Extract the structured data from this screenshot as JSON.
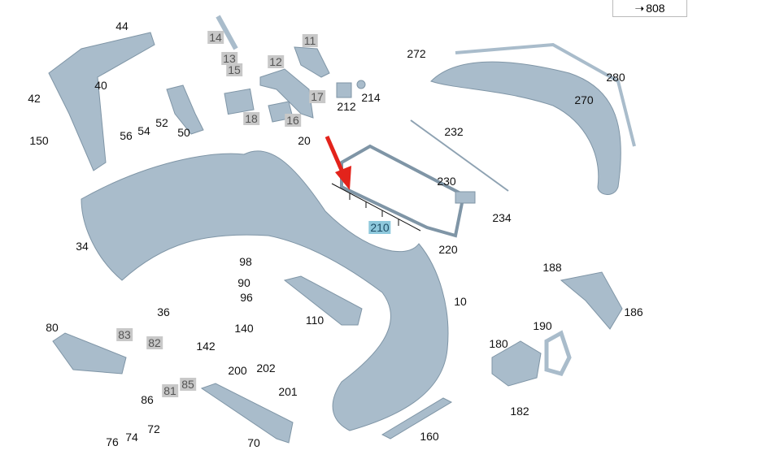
{
  "reference_box": {
    "arrow_icon": "arrow-right-icon",
    "text": "808"
  },
  "accent_color": "#e3231b",
  "part_color": "#a9bccb",
  "labels": [
    "44",
    "40",
    "42",
    "150",
    "56",
    "54",
    "52",
    "50",
    "14",
    "13",
    "15",
    "12",
    "11",
    "17",
    "18",
    "16",
    "212",
    "214",
    "272",
    "280",
    "270",
    "232",
    "20",
    "230",
    "234",
    "210",
    "220",
    "34",
    "98",
    "90",
    "96",
    "36",
    "10",
    "110",
    "188",
    "186",
    "190",
    "180",
    "182",
    "80",
    "83",
    "82",
    "140",
    "142",
    "200",
    "202",
    "201",
    "81",
    "85",
    "86",
    "72",
    "76",
    "74",
    "70",
    "160"
  ]
}
